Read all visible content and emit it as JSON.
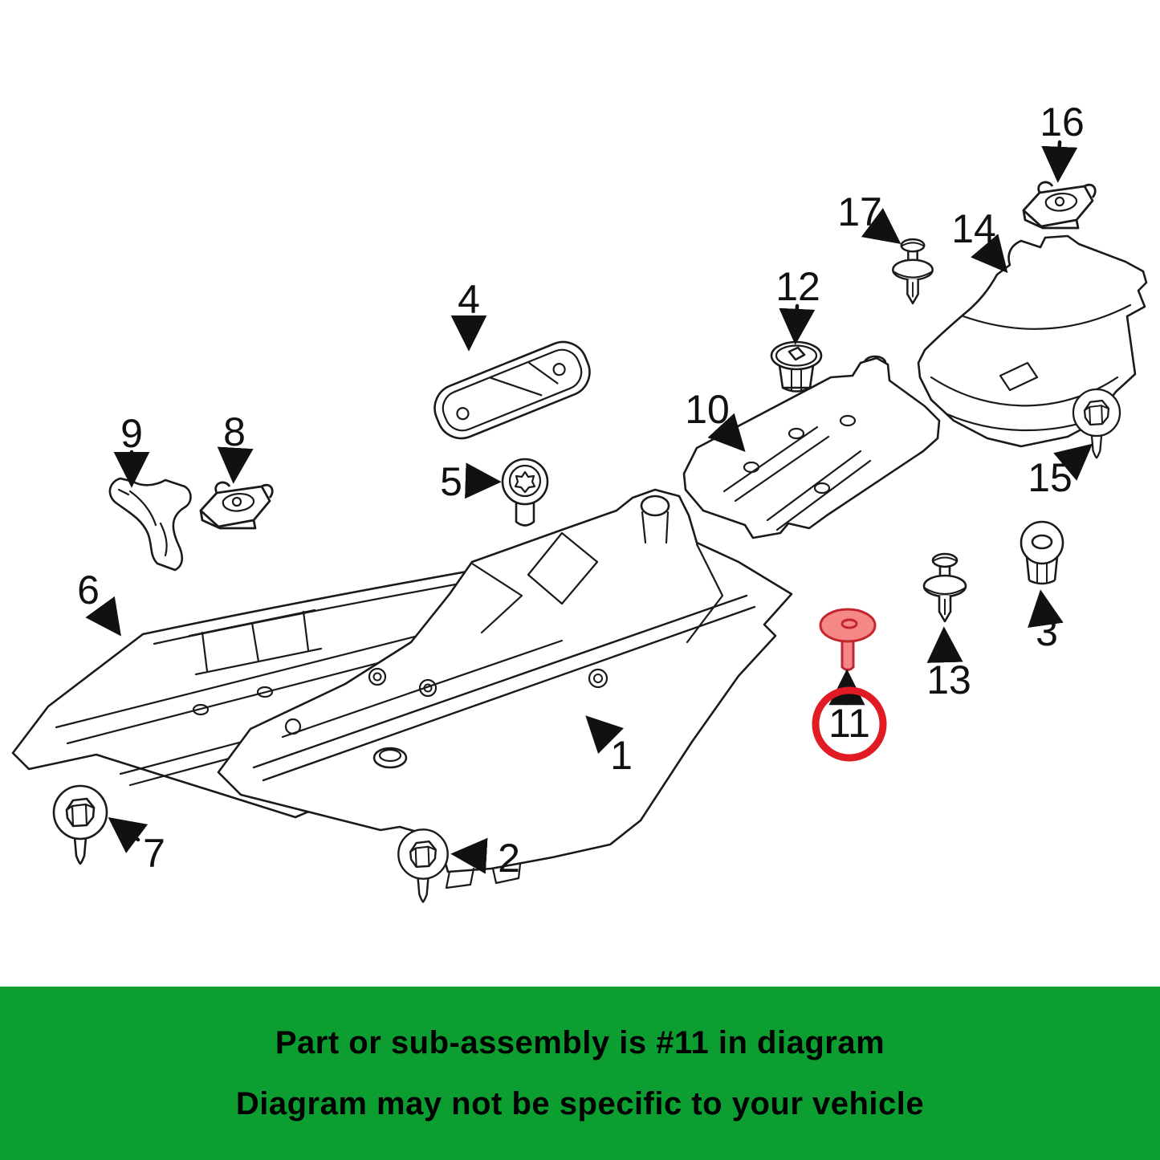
{
  "diagram": {
    "background": "#ffffff",
    "line_color": "#1a1a1a",
    "label_color": "#111111",
    "type": "exploded-parts-diagram"
  },
  "highlight": {
    "part_label": "11",
    "part_fill": "#F58787",
    "part_outline": "#C1272D",
    "circle_color": "#E01B24"
  },
  "banner": {
    "background": "#0D9E31",
    "text_color": "#000000",
    "line1": "Part or sub-assembly is #11 in diagram",
    "line2": "Diagram may not be specific to your vehicle"
  },
  "callouts": [
    {
      "label": "1",
      "part": "underbody-panel-center"
    },
    {
      "label": "2",
      "part": "hex-washer-screw"
    },
    {
      "label": "3",
      "part": "grommet-nut"
    },
    {
      "label": "4",
      "part": "reinforcement-bracket"
    },
    {
      "label": "5",
      "part": "torx-screw"
    },
    {
      "label": "6",
      "part": "underbody-panel-left"
    },
    {
      "label": "7",
      "part": "hex-washer-screw"
    },
    {
      "label": "8",
      "part": "cage-nut-clip"
    },
    {
      "label": "9",
      "part": "support-bracket"
    },
    {
      "label": "10",
      "part": "heat-shield-plate"
    },
    {
      "label": "11",
      "part": "push-rivet-highlighted"
    },
    {
      "label": "12",
      "part": "plastic-nut"
    },
    {
      "label": "13",
      "part": "expanding-rivet"
    },
    {
      "label": "14",
      "part": "wheel-arch-cover"
    },
    {
      "label": "15",
      "part": "hex-washer-screw"
    },
    {
      "label": "16",
      "part": "cage-nut-clip"
    },
    {
      "label": "17",
      "part": "expanding-rivet"
    }
  ]
}
